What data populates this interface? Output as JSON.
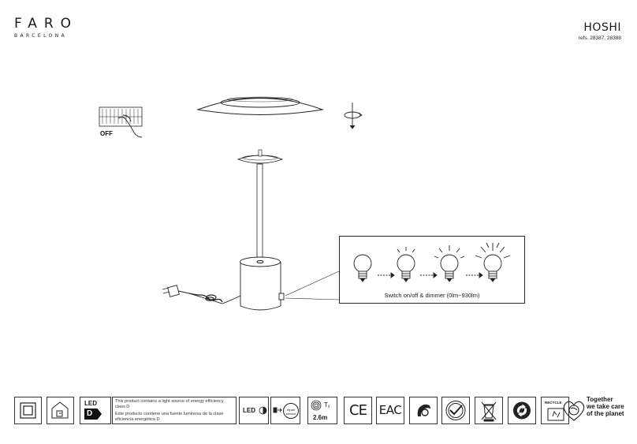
{
  "brand": {
    "name": "FARO",
    "sub": "BARCELONA"
  },
  "product": {
    "name": "HOSHI",
    "refs": "refs. 28387, 28388"
  },
  "labels": {
    "off": "OFF",
    "switch_caption": "Switch on/off & dimmer (0lm~930lm)"
  },
  "footer": {
    "led": "LED",
    "energy_class": "D",
    "energy_text_en": "This product contains a light source of energy efficiency class D",
    "energy_text_es": "Este producto contiene una fuente luminosa de la clase eficiencia energética D",
    "led_label": "LED",
    "repair_label": "repair service",
    "cable_length": "2.6m",
    "tt": "Tᵧ",
    "ce": "CE",
    "eac": "EAC",
    "recycle_label": "RECYCLE",
    "tagline_1": "Together",
    "tagline_2": "we take care",
    "tagline_3": "of the planet"
  }
}
